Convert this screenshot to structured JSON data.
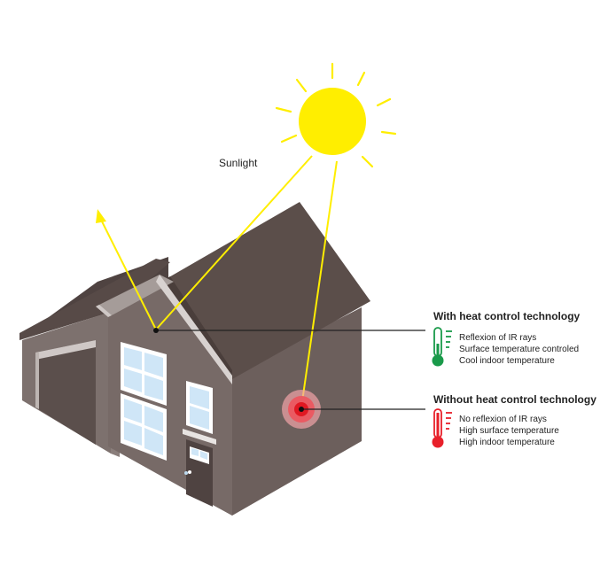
{
  "sunlight_label": "Sunlight",
  "with_tech": {
    "heading": "With heat control technology",
    "items": [
      "Reflexion of IR rays",
      "Surface temperature controled",
      "Cool indoor temperature"
    ],
    "color": "#1a9a4a"
  },
  "without_tech": {
    "heading": "Without heat control technology",
    "items": [
      "No reflexion of IR rays",
      "High surface temperature",
      "High indoor temperature"
    ],
    "color": "#e8202a"
  },
  "colors": {
    "sun": "#ffee00",
    "ray": "#ffee00",
    "roof": "#5b4e4a",
    "wall_front": "#6a5d5a",
    "wall_side": "#7a6d69",
    "window_frame": "#ffffff",
    "window_glass": "#cfe6f7"
  },
  "icons": [
    "sun-icon",
    "green-thermometer-icon",
    "red-thermometer-icon",
    "house-illustration"
  ]
}
